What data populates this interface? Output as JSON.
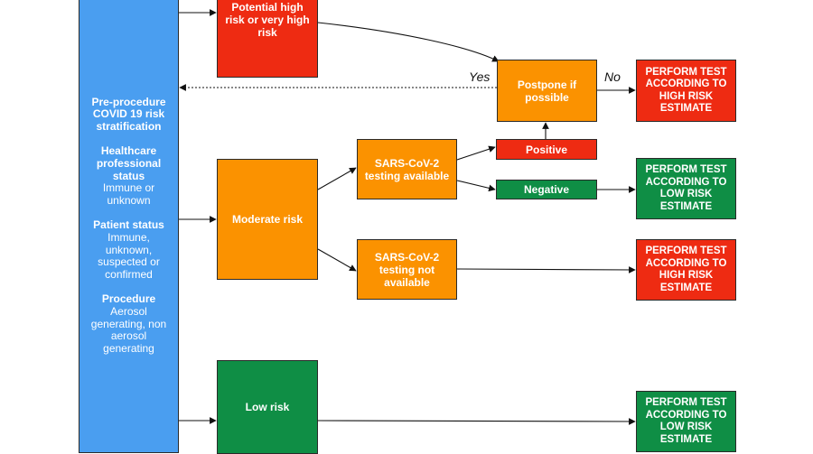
{
  "sidebar": {
    "sections": [
      {
        "title": "Pre-procedure COVID 19 risk stratification",
        "detail": ""
      },
      {
        "title": "Healthcare professional status",
        "detail": "Immune or unknown"
      },
      {
        "title": "Patient status",
        "detail": "Immune, unknown, suspected or confirmed"
      },
      {
        "title": "Procedure",
        "detail": "Aerosol generating, non aerosol generating"
      }
    ]
  },
  "risk": {
    "high": "Potential high risk or very high risk",
    "moderate": "Moderate risk",
    "low": "Low risk"
  },
  "testing": {
    "available": "SARS-CoV-2 testing available",
    "not_available": "SARS-CoV-2 testing not available"
  },
  "results": {
    "positive": "Positive",
    "negative": "Negative"
  },
  "postpone": "Postpone if possible",
  "decision": {
    "yes": "Yes",
    "no": "No"
  },
  "outcomes": {
    "high1": "PERFORM TEST ACCORDING TO HIGH RISK ESTIMATE",
    "low1": "PERFORM TEST ACCORDING TO LOW RISK ESTIMATE",
    "high2": "PERFORM TEST ACCORDING TO HIGH RISK ESTIMATE",
    "low2": "PERFORM TEST ACCORDING TO LOW RISK ESTIMATE"
  },
  "colors": {
    "blue": "#4a9ef0",
    "red": "#ee2b12",
    "orange": "#fb9200",
    "green": "#0f8e45"
  }
}
